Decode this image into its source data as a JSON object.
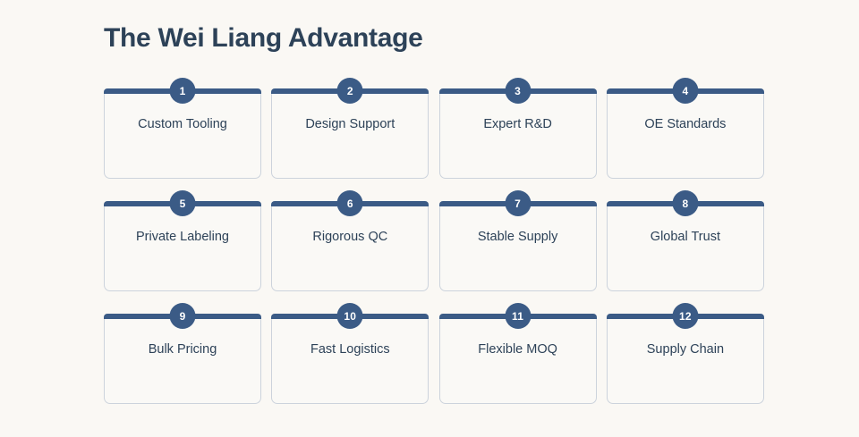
{
  "page": {
    "title": "The Wei Liang Advantage",
    "background_color": "#faf8f4",
    "accent_color": "#3b5b86",
    "text_color": "#2d4258",
    "card_border_color": "#ccd3dc"
  },
  "cards": [
    {
      "number": "1",
      "label": "Custom Tooling"
    },
    {
      "number": "2",
      "label": "Design Support"
    },
    {
      "number": "3",
      "label": "Expert R&D"
    },
    {
      "number": "4",
      "label": "OE Standards"
    },
    {
      "number": "5",
      "label": "Private Labeling"
    },
    {
      "number": "6",
      "label": "Rigorous QC"
    },
    {
      "number": "7",
      "label": "Stable Supply"
    },
    {
      "number": "8",
      "label": "Global Trust"
    },
    {
      "number": "9",
      "label": "Bulk Pricing"
    },
    {
      "number": "10",
      "label": "Fast Logistics"
    },
    {
      "number": "11",
      "label": "Flexible MOQ"
    },
    {
      "number": "12",
      "label": "Supply Chain"
    }
  ]
}
